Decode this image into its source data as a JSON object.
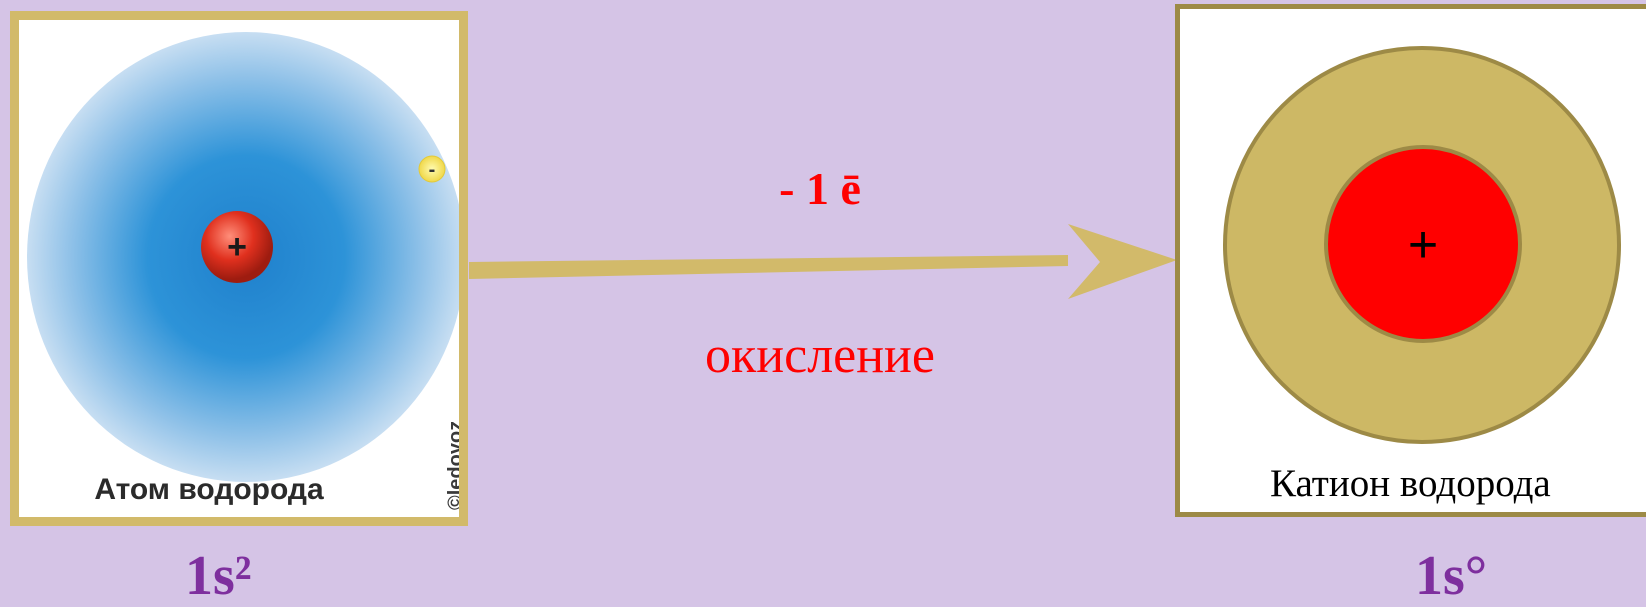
{
  "left_panel": {
    "nucleus_sign": "+",
    "electron_sign": "-",
    "label": "Атом водорода",
    "watermark": "©ledovoz"
  },
  "arrow": {
    "electron_label": "- 1 ē",
    "process_label": "окисление"
  },
  "right_panel": {
    "nucleus_sign": "+",
    "label": "Катион водорода"
  },
  "configs": {
    "left": "1s²",
    "right": "1s°"
  },
  "colors": {
    "background": "#d5c4e6",
    "frame": "#d2ba6a",
    "arrow": "#d2ba6a",
    "red_text": "#ff0000",
    "config_text": "#7e2f9e",
    "electron_cloud": "#2a8ed2",
    "cation_shell": "#cdb865",
    "cation_nucleus": "#ff0000"
  }
}
